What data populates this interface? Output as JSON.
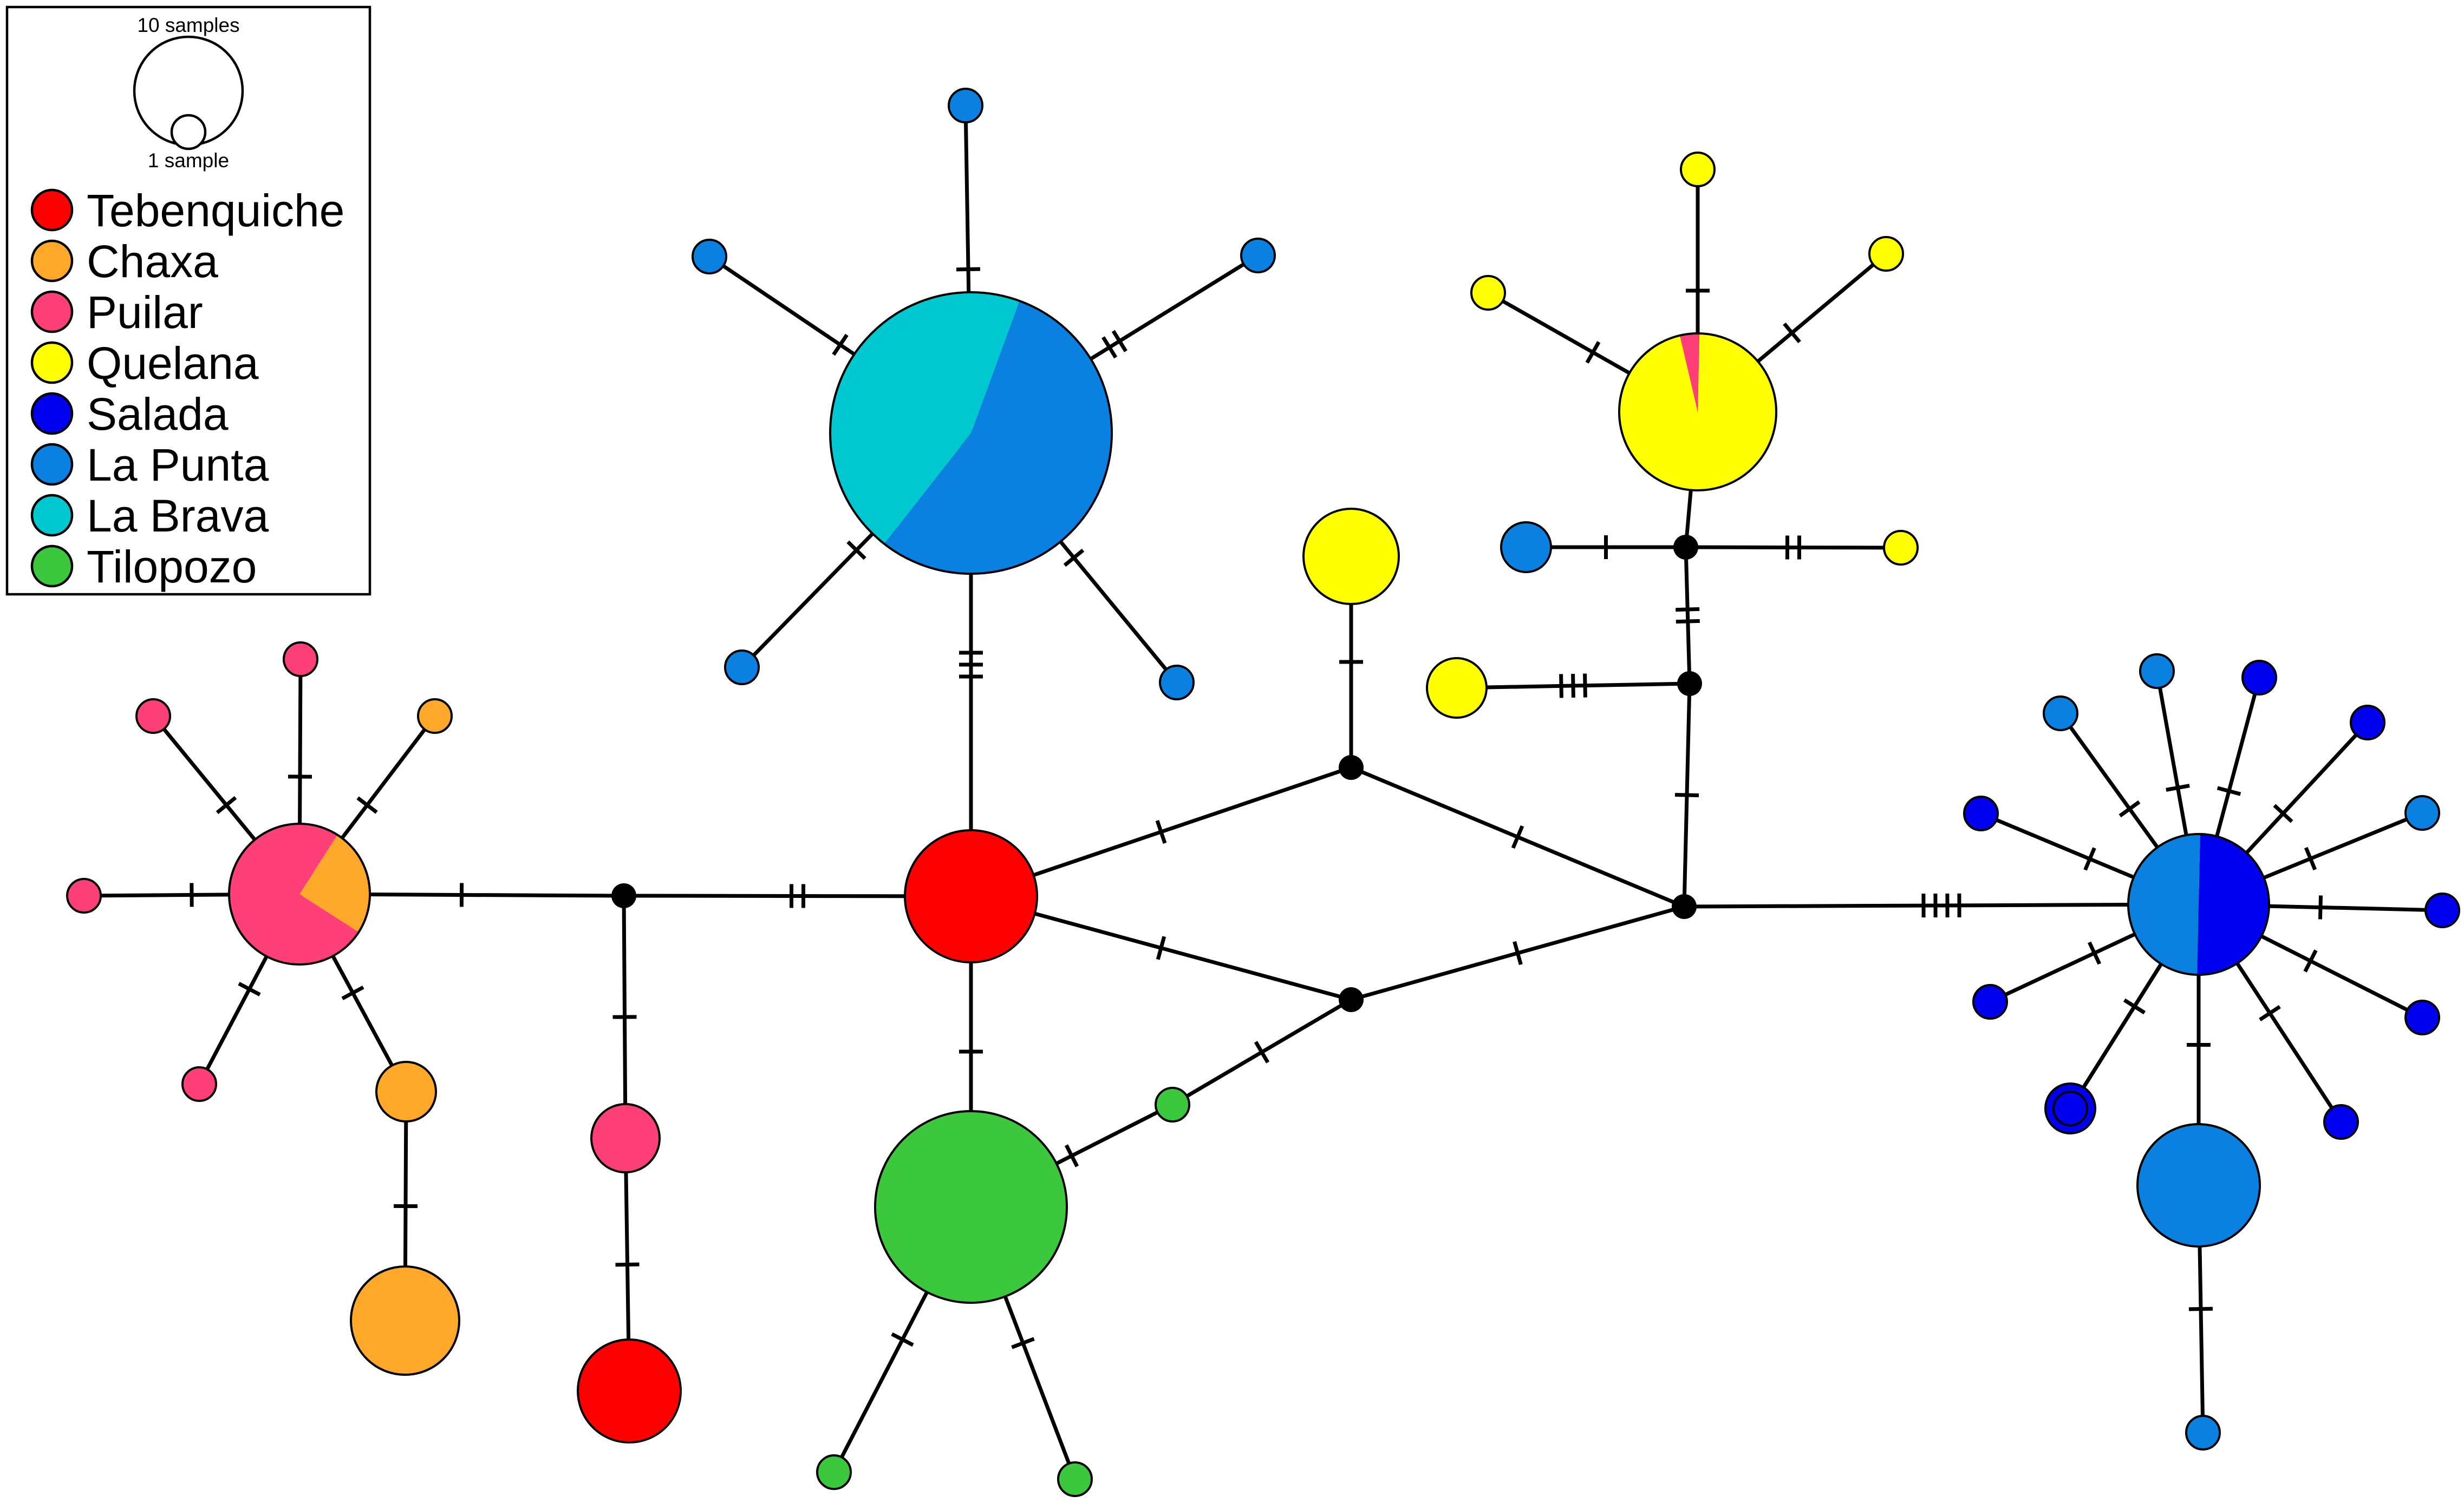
{
  "legend": {
    "size_scale": {
      "large_label": "10 samples",
      "small_label": "1 sample"
    },
    "populations": [
      {
        "key": "tebenquiche",
        "label": "Tebenquiche",
        "color": "#ff0000"
      },
      {
        "key": "chaxa",
        "label": "Chaxa",
        "color": "#ffa82a"
      },
      {
        "key": "puilar",
        "label": "Puilar",
        "color": "#ff3f78"
      },
      {
        "key": "quelana",
        "label": "Quelana",
        "color": "#ffff00"
      },
      {
        "key": "salada",
        "label": "Salada",
        "color": "#0000ee"
      },
      {
        "key": "la_punta",
        "label": "La Punta",
        "color": "#0a80e0"
      },
      {
        "key": "la_brava",
        "label": "La Brava",
        "color": "#00c8d0"
      },
      {
        "key": "tilopozo",
        "label": "Tilopozo",
        "color": "#3cc83c"
      }
    ]
  },
  "network": {
    "haplotypes": [
      {
        "id": "H_top",
        "samples": 10,
        "composition": {
          "la_punta": 5.5,
          "la_brava": 4.5
        }
      },
      {
        "id": "H_top_a",
        "samples": 1,
        "composition": {
          "la_punta": 1
        }
      },
      {
        "id": "H_top_b",
        "samples": 1,
        "composition": {
          "la_punta": 1
        }
      },
      {
        "id": "H_top_c",
        "samples": 1,
        "composition": {
          "la_punta": 1
        }
      },
      {
        "id": "H_top_d",
        "samples": 1,
        "composition": {
          "la_punta": 1
        }
      },
      {
        "id": "H_top_e",
        "samples": 1,
        "composition": {
          "la_punta": 1
        }
      },
      {
        "id": "H_puilar",
        "samples": 6,
        "composition": {
          "puilar": 4.5,
          "chaxa": 1.5
        }
      },
      {
        "id": "H_puilar_a",
        "samples": 1,
        "composition": {
          "puilar": 1
        }
      },
      {
        "id": "H_puilar_b",
        "samples": 1,
        "composition": {
          "puilar": 1
        }
      },
      {
        "id": "H_puilar_c",
        "samples": 1,
        "composition": {
          "chaxa": 1
        }
      },
      {
        "id": "H_puilar_d",
        "samples": 1,
        "composition": {
          "puilar": 1
        }
      },
      {
        "id": "H_puilar_e",
        "samples": 1,
        "composition": {
          "puilar": 1
        }
      },
      {
        "id": "H_chaxa_1",
        "samples": 2,
        "composition": {
          "chaxa": 2
        }
      },
      {
        "id": "H_chaxa_2",
        "samples": 5,
        "composition": {
          "chaxa": 5
        }
      },
      {
        "id": "H_puilar_f",
        "samples": 2,
        "composition": {
          "puilar": 2
        }
      },
      {
        "id": "H_teb_2",
        "samples": 5,
        "composition": {
          "tebenquiche": 5
        }
      },
      {
        "id": "H_teb_1",
        "samples": 8,
        "composition": {
          "tebenquiche": 8
        }
      },
      {
        "id": "H_tilo_1",
        "samples": 14,
        "composition": {
          "tilopozo": 14
        }
      },
      {
        "id": "H_tilo_2",
        "samples": 1,
        "composition": {
          "tilopozo": 1
        }
      },
      {
        "id": "H_tilo_3",
        "samples": 1,
        "composition": {
          "tilopozo": 1
        }
      },
      {
        "id": "H_tilo_4",
        "samples": 1,
        "composition": {
          "tilopozo": 1
        }
      },
      {
        "id": "H_quel_big",
        "samples": 4,
        "composition": {
          "quelana": 4
        }
      },
      {
        "id": "H_quel_main",
        "samples": 10,
        "composition": {
          "quelana": 9.6,
          "puilar": 0.4
        }
      },
      {
        "id": "H_quel_a",
        "samples": 1,
        "composition": {
          "quelana": 1
        }
      },
      {
        "id": "H_quel_b",
        "samples": 1,
        "composition": {
          "quelana": 1
        }
      },
      {
        "id": "H_quel_c",
        "samples": 1,
        "composition": {
          "quelana": 1
        }
      },
      {
        "id": "H_lp_q",
        "samples": 2,
        "composition": {
          "la_punta": 2
        }
      },
      {
        "id": "H_quel_d",
        "samples": 1,
        "composition": {
          "quelana": 1
        }
      },
      {
        "id": "H_quel_e",
        "samples": 3,
        "composition": {
          "quelana": 3
        }
      },
      {
        "id": "H_salada",
        "samples": 8,
        "composition": {
          "salada": 4,
          "la_punta": 4
        }
      },
      {
        "id": "H_sal_a",
        "samples": 1,
        "composition": {
          "la_punta": 1
        }
      },
      {
        "id": "H_sal_b",
        "samples": 1,
        "composition": {
          "la_punta": 1
        }
      },
      {
        "id": "H_sal_c",
        "samples": 1,
        "composition": {
          "salada": 1
        }
      },
      {
        "id": "H_sal_d",
        "samples": 1,
        "composition": {
          "salada": 1
        }
      },
      {
        "id": "H_sal_e",
        "samples": 1,
        "composition": {
          "la_punta": 1
        }
      },
      {
        "id": "H_sal_f",
        "samples": 1,
        "composition": {
          "salada": 1
        }
      },
      {
        "id": "H_sal_g",
        "samples": 1,
        "composition": {
          "salada": 1
        }
      },
      {
        "id": "H_sal_h",
        "samples": 1,
        "composition": {
          "salada": 1
        }
      },
      {
        "id": "H_sal_i",
        "samples": 1,
        "composition": {
          "salada": 1
        }
      },
      {
        "id": "H_sal_j",
        "samples": 1,
        "composition": {
          "salada": 1
        }
      },
      {
        "id": "H_sal_k",
        "samples": 2,
        "composition": {
          "salada": 2
        }
      },
      {
        "id": "H_sal_l",
        "samples": 1,
        "composition": {
          "salada": 1
        }
      },
      {
        "id": "H_lp_big",
        "samples": 6,
        "composition": {
          "la_punta": 6
        }
      },
      {
        "id": "H_lp_end",
        "samples": 1,
        "composition": {
          "la_punta": 1
        }
      }
    ],
    "median_vectors": [
      "mv_left",
      "mv_upper_mid",
      "mv_lower_mid",
      "mv_hub",
      "mv_q1",
      "mv_q2"
    ],
    "links": [
      {
        "from": "H_top",
        "to": "H_top_a",
        "mutations": 1
      },
      {
        "from": "H_top",
        "to": "H_top_b",
        "mutations": 1
      },
      {
        "from": "H_top",
        "to": "H_top_c",
        "mutations": 2
      },
      {
        "from": "H_top",
        "to": "H_top_d",
        "mutations": 1
      },
      {
        "from": "H_top",
        "to": "H_top_e",
        "mutations": 1
      },
      {
        "from": "H_top",
        "to": "H_teb_1",
        "mutations": 3
      },
      {
        "from": "H_puilar",
        "to": "H_puilar_a",
        "mutations": 1
      },
      {
        "from": "H_puilar",
        "to": "H_puilar_b",
        "mutations": 1
      },
      {
        "from": "H_puilar",
        "to": "H_puilar_c",
        "mutations": 1
      },
      {
        "from": "H_puilar",
        "to": "H_puilar_d",
        "mutations": 1
      },
      {
        "from": "H_puilar",
        "to": "H_puilar_e",
        "mutations": 1
      },
      {
        "from": "H_puilar",
        "to": "H_chaxa_1",
        "mutations": 1
      },
      {
        "from": "H_chaxa_1",
        "to": "H_chaxa_2",
        "mutations": 1
      },
      {
        "from": "H_puilar",
        "to": "mv_left",
        "mutations": 1
      },
      {
        "from": "mv_left",
        "to": "H_teb_1",
        "mutations": 2
      },
      {
        "from": "mv_left",
        "to": "H_puilar_f",
        "mutations": 1
      },
      {
        "from": "H_puilar_f",
        "to": "H_teb_2",
        "mutations": 1
      },
      {
        "from": "H_teb_1",
        "to": "H_tilo_1",
        "mutations": 1
      },
      {
        "from": "H_tilo_1",
        "to": "H_tilo_2",
        "mutations": 1
      },
      {
        "from": "H_tilo_1",
        "to": "H_tilo_3",
        "mutations": 1
      },
      {
        "from": "H_tilo_1",
        "to": "H_tilo_4",
        "mutations": 1
      },
      {
        "from": "H_tilo_4",
        "to": "mv_lower_mid",
        "mutations": 1
      },
      {
        "from": "H_teb_1",
        "to": "mv_upper_mid",
        "mutations": 1
      },
      {
        "from": "H_teb_1",
        "to": "mv_lower_mid",
        "mutations": 1
      },
      {
        "from": "mv_upper_mid",
        "to": "H_quel_big",
        "mutations": 1
      },
      {
        "from": "mv_upper_mid",
        "to": "mv_hub",
        "mutations": 1
      },
      {
        "from": "mv_lower_mid",
        "to": "mv_hub",
        "mutations": 1
      },
      {
        "from": "mv_hub",
        "to": "mv_q2",
        "mutations": 1
      },
      {
        "from": "mv_q2",
        "to": "mv_q1",
        "mutations": 2
      },
      {
        "from": "mv_q2",
        "to": "H_quel_e",
        "mutations": 3
      },
      {
        "from": "mv_q1",
        "to": "H_quel_main",
        "mutations": 0
      },
      {
        "from": "mv_q1",
        "to": "H_lp_q",
        "mutations": 1
      },
      {
        "from": "mv_q1",
        "to": "H_quel_d",
        "mutations": 2
      },
      {
        "from": "H_quel_main",
        "to": "H_quel_a",
        "mutations": 1
      },
      {
        "from": "H_quel_main",
        "to": "H_quel_b",
        "mutations": 1
      },
      {
        "from": "H_quel_main",
        "to": "H_quel_c",
        "mutations": 1
      },
      {
        "from": "mv_hub",
        "to": "H_salada",
        "mutations": 4
      },
      {
        "from": "H_salada",
        "to": "H_sal_a",
        "mutations": 1
      },
      {
        "from": "H_salada",
        "to": "H_sal_b",
        "mutations": 1
      },
      {
        "from": "H_salada",
        "to": "H_sal_c",
        "mutations": 1
      },
      {
        "from": "H_salada",
        "to": "H_sal_d",
        "mutations": 1
      },
      {
        "from": "H_salada",
        "to": "H_sal_e",
        "mutations": 1
      },
      {
        "from": "H_salada",
        "to": "H_sal_f",
        "mutations": 1
      },
      {
        "from": "H_salada",
        "to": "H_sal_g",
        "mutations": 1
      },
      {
        "from": "H_salada",
        "to": "H_sal_h",
        "mutations": 1
      },
      {
        "from": "H_salada",
        "to": "H_sal_i",
        "mutations": 1
      },
      {
        "from": "H_salada",
        "to": "H_sal_j",
        "mutations": 1
      },
      {
        "from": "H_salada",
        "to": "H_sal_k",
        "mutations": 1
      },
      {
        "from": "H_salada",
        "to": "H_sal_l",
        "mutations": 1
      },
      {
        "from": "H_salada",
        "to": "H_lp_big",
        "mutations": 1
      },
      {
        "from": "H_lp_big",
        "to": "H_lp_end",
        "mutations": 1
      }
    ]
  }
}
